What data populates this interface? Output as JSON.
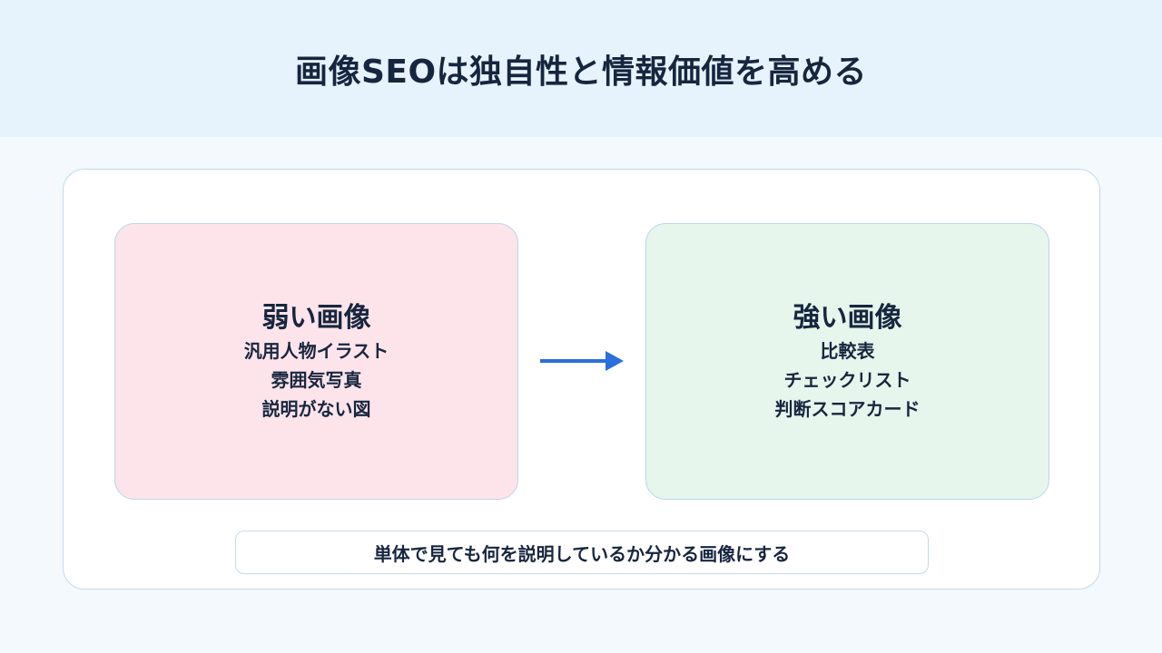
{
  "header": {
    "title": "画像SEOは独自性と情報価値を高める"
  },
  "weak": {
    "title": "弱い画像",
    "items": [
      "汎用人物イラスト",
      "雰囲気写真",
      "説明がない図"
    ]
  },
  "strong": {
    "title": "強い画像",
    "items": [
      "比較表",
      "チェックリスト",
      "判断スコアカード"
    ]
  },
  "footer": {
    "text": "単体で見ても何を説明しているか分かる画像にする"
  },
  "colors": {
    "header_bg": "#e6f3fc",
    "weak_bg": "#fde4ea",
    "strong_bg": "#e6f6ec",
    "arrow": "#2a6fdb",
    "text": "#17263f"
  }
}
